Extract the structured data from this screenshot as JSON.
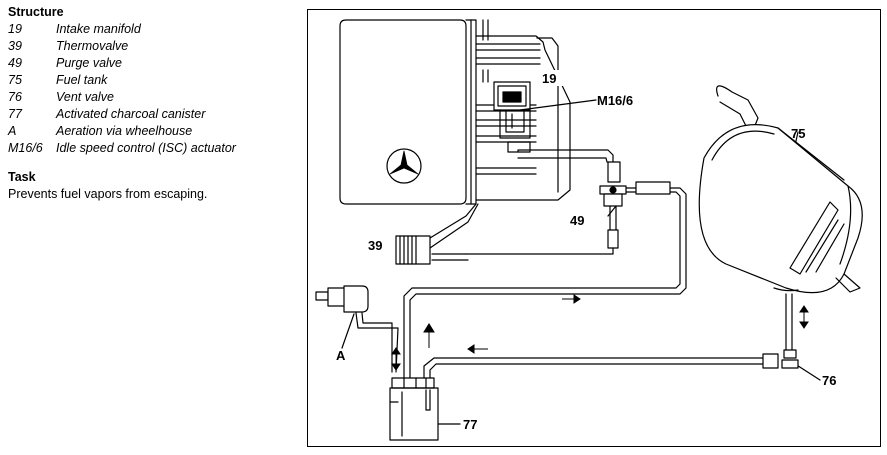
{
  "legend": {
    "heading": "Structure",
    "items": [
      {
        "code": "19",
        "text": "Intake manifold"
      },
      {
        "code": "39",
        "text": "Thermovalve"
      },
      {
        "code": "49",
        "text": "Purge valve"
      },
      {
        "code": "75",
        "text": "Fuel tank"
      },
      {
        "code": "76",
        "text": "Vent valve"
      },
      {
        "code": "77",
        "text": "Activated charcoal canister"
      },
      {
        "code": "A",
        "text": "Aeration via wheelhouse"
      },
      {
        "code": "M16/6",
        "text": "Idle speed control (ISC) actuator"
      }
    ],
    "task_heading": "Task",
    "task_text": "Prevents fuel vapors from escaping."
  },
  "diagram": {
    "labels": {
      "intake_manifold": "19",
      "isc_actuator": "M16/6",
      "fuel_tank": "75",
      "purge_valve": "49",
      "thermovalve": "39",
      "aeration": "A",
      "vent_valve": "76",
      "canister": "77"
    }
  }
}
